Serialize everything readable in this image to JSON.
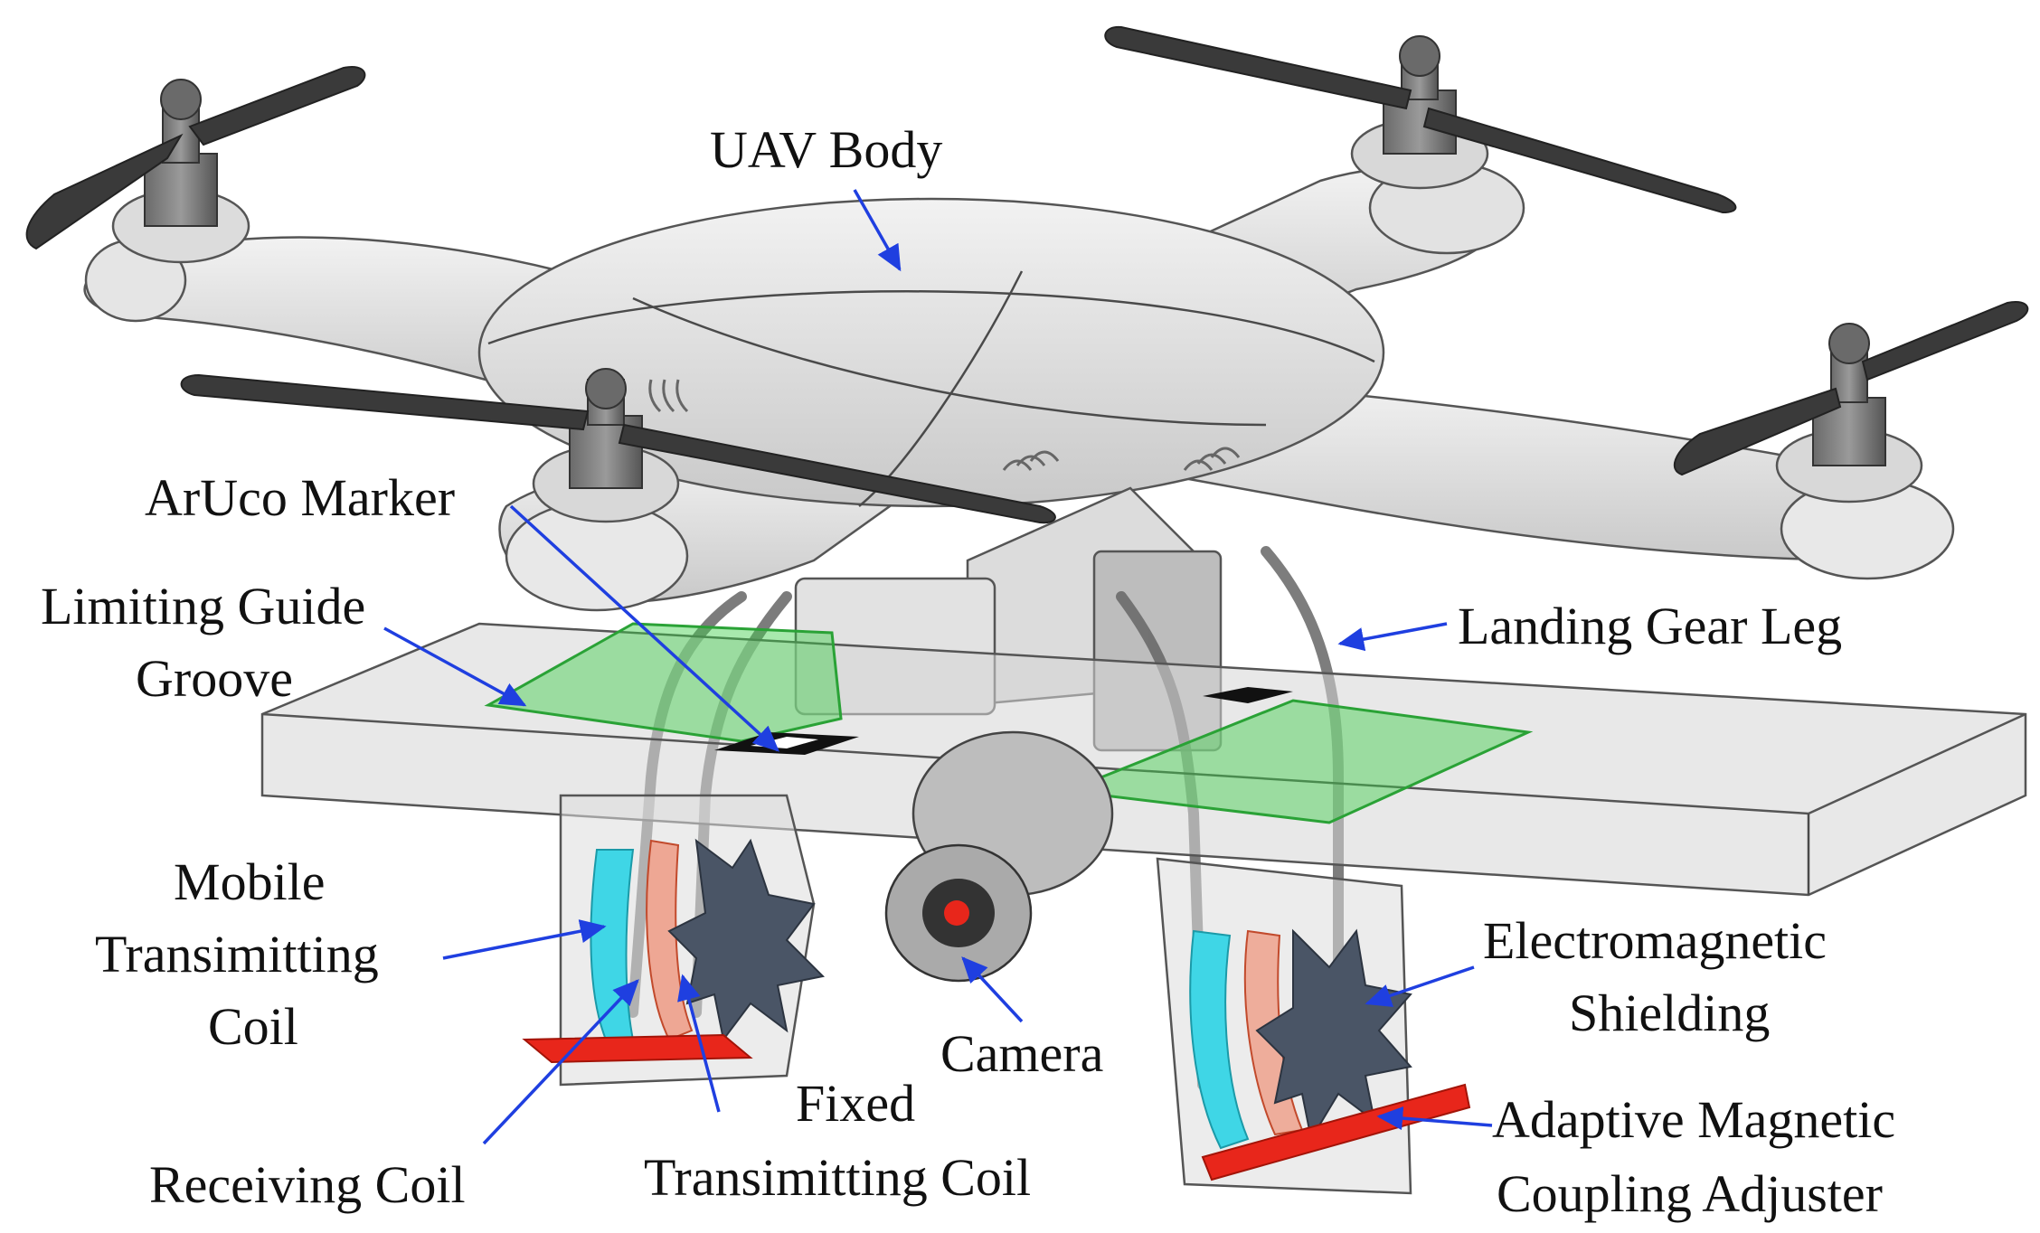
{
  "labels": {
    "uav_body": "UAV Body",
    "aruco_marker": "ArUco Marker",
    "limiting_guide_groove_1": "Limiting Guide",
    "limiting_guide_groove_2": "Groove",
    "landing_gear_leg": "Landing Gear Leg",
    "mobile_coil_1": "Mobile",
    "mobile_coil_2": "Transimitting",
    "mobile_coil_3": "Coil",
    "electromagnetic_shielding_1": "Electromagnetic",
    "electromagnetic_shielding_2": "Shielding",
    "camera": "Camera",
    "fixed_coil_1": "Fixed",
    "fixed_coil_2": "Transimitting Coil",
    "receiving_coil": "Receiving Coil",
    "adjuster_1": "Adaptive Magnetic",
    "adjuster_2": "Coupling Adjuster"
  },
  "colors": {
    "arrow": "#1f3fe0",
    "groove_green": "#3ecf4a",
    "coil_cyan": "#3fd6e6",
    "adjuster_red": "#e8261b",
    "shield_dark": "#4a5566",
    "propeller": "#3a3a3a",
    "body_grey": "#e6e6e6"
  }
}
